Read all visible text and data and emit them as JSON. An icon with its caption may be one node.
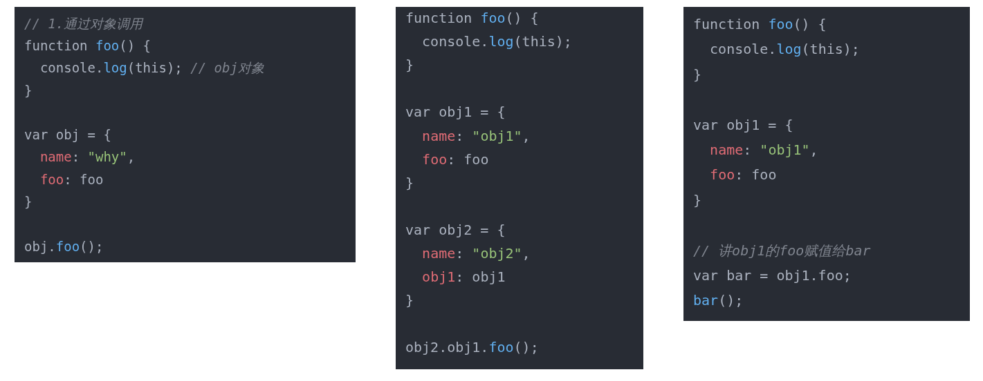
{
  "diagram": {
    "nodes": [
      {
        "text": [
          "// 1.通过对象调用",
          "function foo() {",
          "  console.log(this); // obj对象",
          "}",
          "var obj = {",
          "  name: \"why\",",
          "  foo: foo",
          "}",
          "obj.foo();"
        ]
      },
      {
        "text": [
          "function foo() {",
          "  console.log(this);",
          "}",
          "var obj1 = {",
          "  name: \"obj1\",",
          "  foo: foo",
          "}",
          "var obj2 = {",
          "  name: \"obj2\",",
          "  obj1: obj1",
          "}",
          "obj2.obj1.foo();"
        ]
      },
      {
        "text": [
          "function foo() {",
          "  console.log(this);",
          "}",
          "var obj1 = {",
          "  name: \"obj1\",",
          "  foo: foo",
          "}",
          "// 讲obj1的foo赋值给bar",
          "var bar = obj1.foo;",
          "bar();"
        ]
      }
    ]
  }
}
